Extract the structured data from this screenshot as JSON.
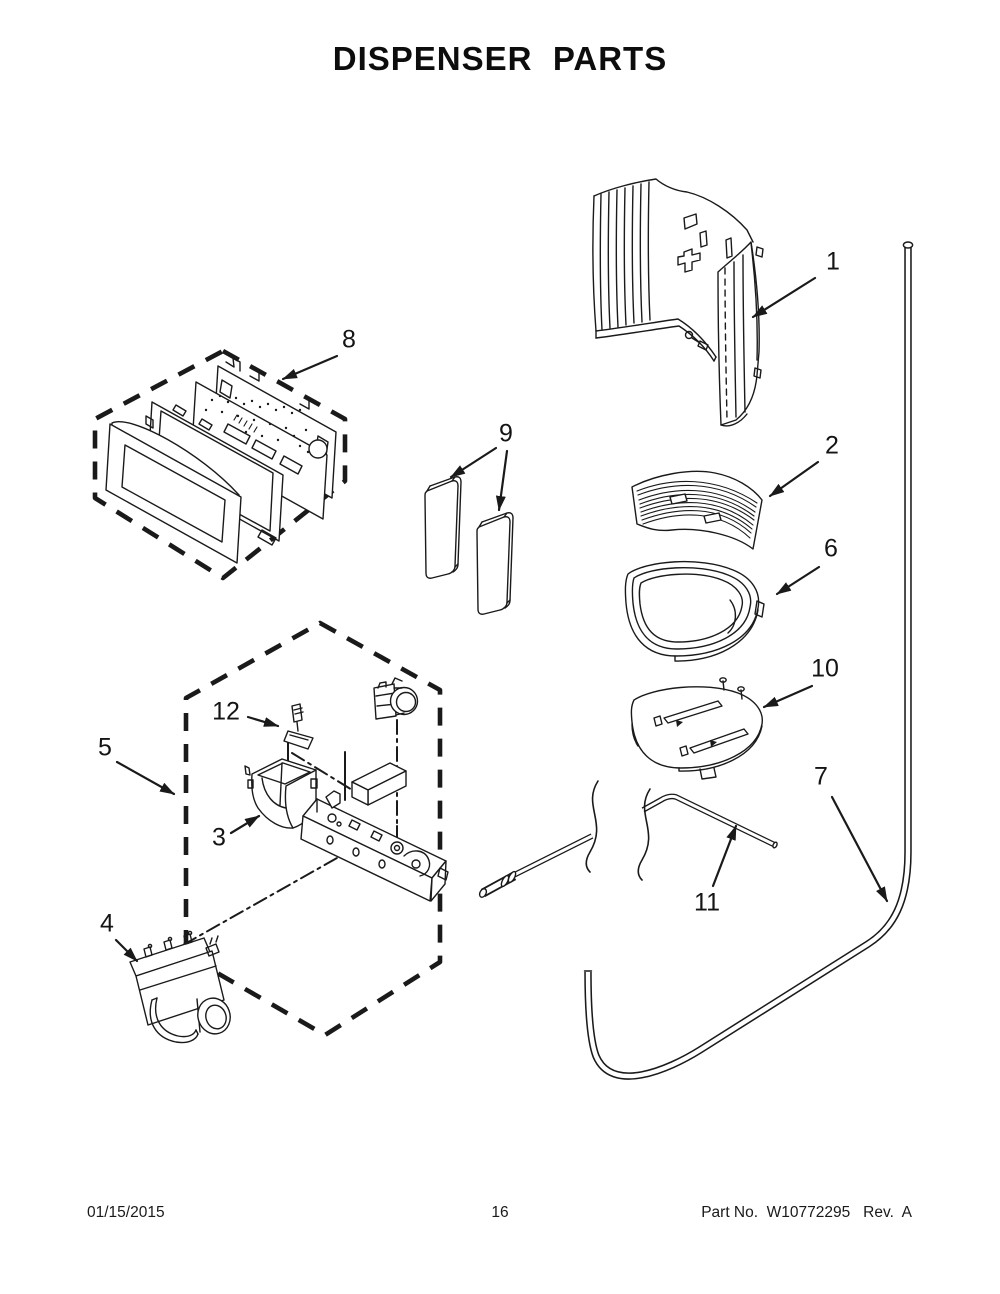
{
  "title": "DISPENSER  PARTS",
  "callouts": [
    {
      "label": "1"
    },
    {
      "label": "2"
    },
    {
      "label": "3"
    },
    {
      "label": "4"
    },
    {
      "label": "5"
    },
    {
      "label": "6"
    },
    {
      "label": "7"
    },
    {
      "label": "8"
    },
    {
      "label": "9"
    },
    {
      "label": "10"
    },
    {
      "label": "11"
    },
    {
      "label": "12"
    }
  ],
  "footer": {
    "date": "01/15/2015",
    "page": "16",
    "part_info": "Part No.  W10772295   Rev.  A"
  },
  "colors": {
    "line": "#1a1a1a",
    "background": "#ffffff"
  }
}
